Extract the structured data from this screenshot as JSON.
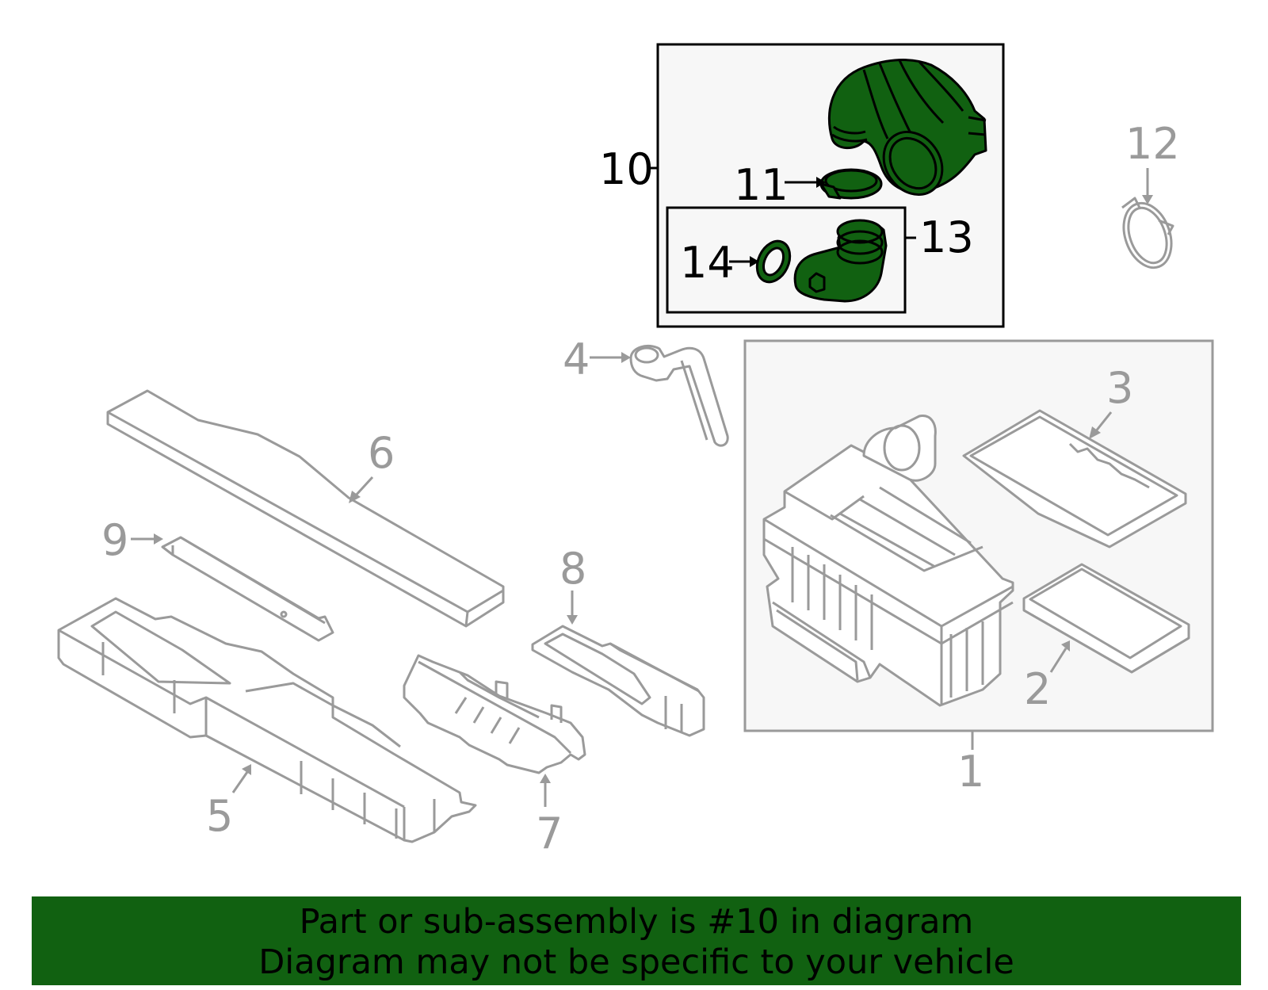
{
  "callouts": {
    "c1": "1",
    "c2": "2",
    "c3": "3",
    "c4": "4",
    "c5": "5",
    "c6": "6",
    "c7": "7",
    "c8": "8",
    "c9": "9",
    "c10": "10",
    "c11": "11",
    "c12": "12",
    "c13": "13",
    "c14": "14"
  },
  "colors": {
    "highlight": "#116111",
    "outline_grey": "#9a9a9a",
    "box_fill": "#f7f7f7"
  },
  "footer": {
    "line1": "Part or sub-assembly is #10 in diagram",
    "line2": "Diagram may not be specific to your vehicle"
  }
}
